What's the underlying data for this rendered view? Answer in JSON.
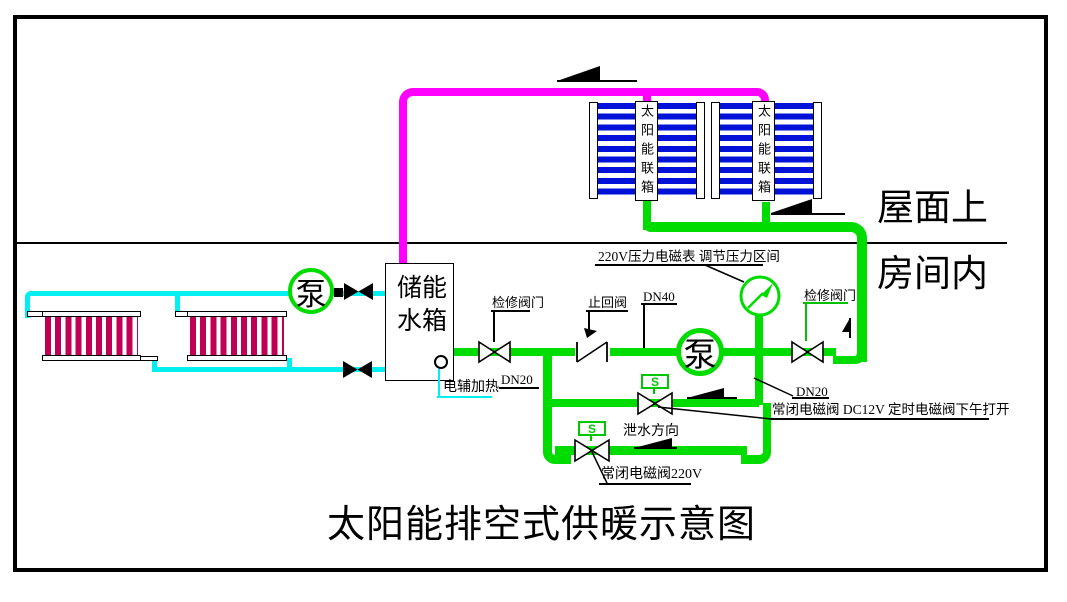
{
  "title": "太阳能排空式供暖示意图",
  "zones": {
    "roof": "屋面上",
    "room": "房间内"
  },
  "collector": {
    "label": "太阳能联箱"
  },
  "tank": {
    "name_line1": "储能",
    "name_line2": "水箱"
  },
  "pump": {
    "label": "泵"
  },
  "annotations": {
    "gauge": "220V压力电磁表 调节压力区间",
    "check_valve": "止回阀",
    "dn40": "DN40",
    "service_valve_left": "检修阀门",
    "service_valve_right": "检修阀门",
    "dn20_tank": "DN20",
    "dn20_bypass": "DN20",
    "electric_heater": "电辅加热",
    "solenoid_dc12v": "常闭电磁阀 DC12V 定时电磁阀下午打开",
    "drain_direction": "泄水方向",
    "solenoid_220v": "常闭电磁阀220V",
    "solenoid_symbol": "S"
  },
  "colors": {
    "supply_pipe": "#FF00FF",
    "return_pipe": "#00DC00",
    "radiator_pipe": "#00F0F0",
    "collector_fin": "#0012D8",
    "radiator_fin": "#C00055",
    "line": "#000000"
  }
}
